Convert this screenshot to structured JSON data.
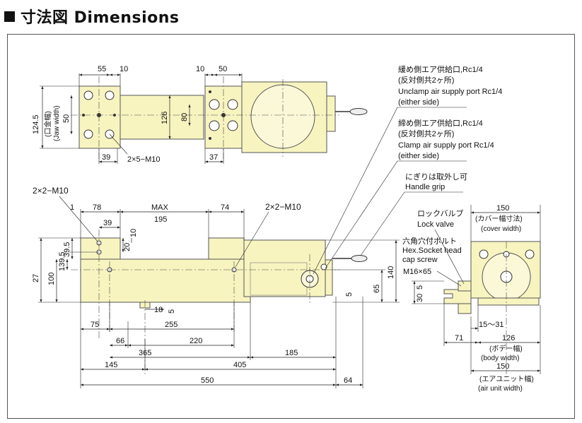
{
  "header": {
    "title": "寸法図  Dimensions"
  },
  "colors": {
    "body": "#f8f4c0",
    "body_stroke": "#555555",
    "line": "#222222"
  },
  "top_view": {
    "dims": [
      "55",
      "10",
      "10",
      "50",
      "124.5",
      "(口金幅)",
      "(Jaw width)",
      "50",
      "126",
      "80",
      "39",
      "2×5−M10",
      "37"
    ]
  },
  "front_view": {
    "dims": [
      "2×2−M10",
      "1",
      "78",
      "MAX",
      "195",
      "74",
      "2×2−M10",
      "39",
      "20",
      "10",
      "39.5",
      "27",
      "139.5",
      "100",
      "18",
      "5",
      "75",
      "255",
      "66",
      "220",
      "365",
      "185",
      "145",
      "405",
      "550",
      "64",
      "140",
      "65",
      "5"
    ]
  },
  "side_view": {
    "dims": [
      "150",
      "(カバー幅寸法)",
      "(cover width)",
      "M16×65",
      "5",
      "30",
      "15〜31",
      "71",
      "126",
      "(ボデー幅)",
      "(body width)",
      "150",
      "(エアユニット幅)",
      "(air unit width)"
    ]
  },
  "callouts": {
    "unclamp": [
      "緩め側エア供給口,Rc1/4",
      "(反対側共2ヶ所)",
      "Unclamp air supply port Rc1/4",
      "(either side)"
    ],
    "clamp": [
      "締め側エア供給口,Rc1/4",
      "(反対側共2ヶ所)",
      "Clamp air supply port Rc1/4",
      "(either side)"
    ],
    "grip": [
      "にぎりは取外し可",
      "Handle grip"
    ],
    "lock": [
      "ロックバルブ",
      "Lock valve"
    ],
    "hex": [
      "六角穴付ボルト",
      "Hex.Socket head",
      "cap screw"
    ]
  }
}
